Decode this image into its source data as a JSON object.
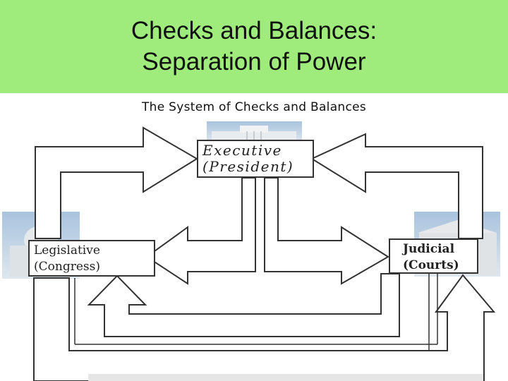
{
  "slide": {
    "title_line1": "Checks and Balances:",
    "title_line2": "Separation of Power"
  },
  "diagram": {
    "heading": "The System of Checks and Balances",
    "executive": {
      "line1": "Executive",
      "line2": "(President)"
    },
    "legislative": {
      "line1": "Legislative",
      "line2": "(Congress)"
    },
    "judicial": {
      "line1": "Judicial",
      "line2": "(Courts)"
    }
  },
  "colors": {
    "banner": "#9fec7d",
    "line": "#333333",
    "photo_sky": "#b9cfe3"
  }
}
